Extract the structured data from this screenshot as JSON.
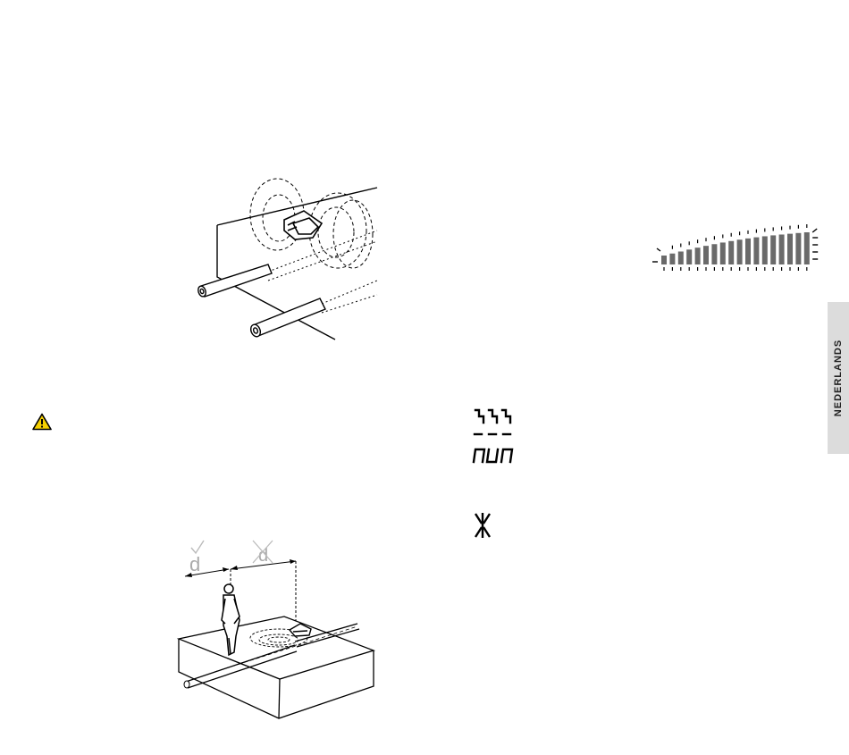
{
  "sidebar": {
    "language_tab": "NEDERLANDS"
  },
  "figures": {
    "signal_field": {
      "icon": "signal-field-illustration"
    },
    "bargraph": {
      "icon": "signal-strength-bargraph-icon",
      "bar_count": 18
    },
    "warning": {
      "icon": "warning-triangle-icon",
      "color": "#f5d000"
    },
    "lcd_symbols": {
      "icon": "lcd-display-symbols"
    },
    "lcd_star": {
      "icon": "lcd-flash-symbol"
    },
    "depth_illustration": {
      "icon": "depth-measurement-illustration",
      "correct_label": "d",
      "incorrect_label": "d"
    }
  }
}
